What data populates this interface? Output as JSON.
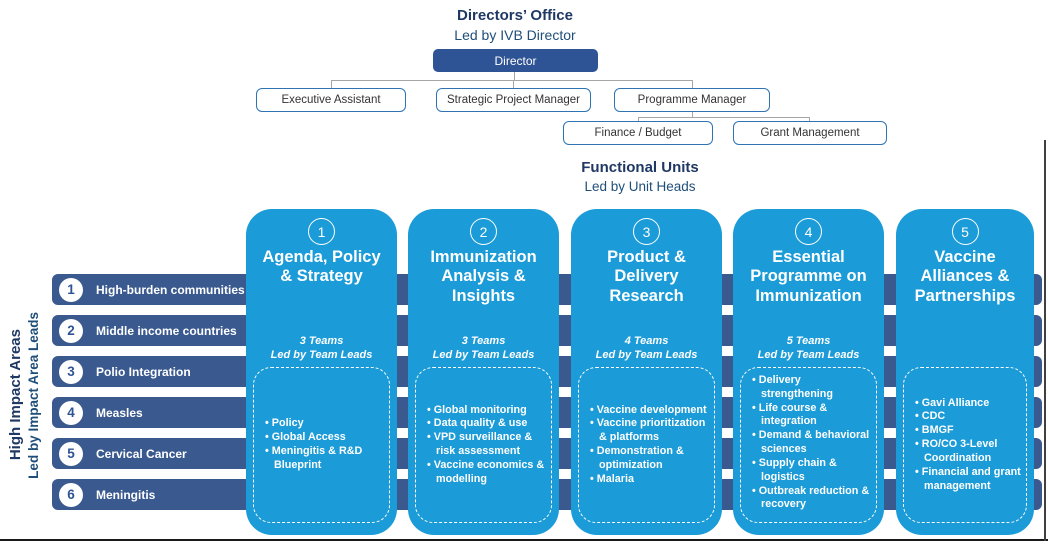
{
  "colors": {
    "cyan_unit": "#1B9BD7",
    "navy_bar": "#3A5A8F",
    "navy_director": "#2F5496",
    "box_border": "#2E74B5",
    "heading_dark": "#1F3864",
    "heading_mid": "#1F4E79",
    "connector_gray": "#A6A6A6"
  },
  "directors_office": {
    "title": "Directors’ Office",
    "subtitle": "Led by IVB Director",
    "director_label": "Director",
    "staff": [
      {
        "label": "Executive Assistant"
      },
      {
        "label": "Strategic Project Manager"
      },
      {
        "label": "Programme Manager"
      }
    ],
    "programme_manager_reports": [
      {
        "label": "Finance / Budget"
      },
      {
        "label": "Grant Management"
      }
    ]
  },
  "functional_units": {
    "title": "Functional Units",
    "subtitle": "Led by Unit Heads",
    "units": [
      {
        "number": "1",
        "title": "Agenda, Policy\n& Strategy",
        "teams": "3 Teams",
        "teams_lead": "Led by Team Leads",
        "bullets": [
          "Policy",
          "Global Access",
          "Meningitis & R&D Blueprint"
        ]
      },
      {
        "number": "2",
        "title": "Immunization\nAnalysis &\nInsights",
        "teams": "3 Teams",
        "teams_lead": "Led by Team Leads",
        "bullets": [
          "Global monitoring",
          "Data quality & use",
          "VPD surveillance & risk assessment",
          "Vaccine economics & modelling"
        ]
      },
      {
        "number": "3",
        "title": "Product &\nDelivery\nResearch",
        "teams": "4 Teams",
        "teams_lead": "Led by Team Leads",
        "bullets": [
          "Vaccine development",
          "Vaccine prioritization & platforms",
          "Demonstration & optimization",
          "Malaria"
        ]
      },
      {
        "number": "4",
        "title": "Essential\nProgramme on\nImmunization",
        "teams": "5 Teams",
        "teams_lead": "Led by Team Leads",
        "bullets": [
          "Delivery strengthening",
          "Life course & integration",
          "Demand & behavioral sciences",
          "Supply chain & logistics",
          "Outbreak reduction & recovery"
        ]
      },
      {
        "number": "5",
        "title": "Vaccine\nAlliances &\nPartnerships",
        "bullets": [
          "Gavi Alliance",
          "CDC",
          "BMGF",
          "RO/CO 3-Level Coordination",
          "Financial and grant management"
        ]
      }
    ]
  },
  "high_impact_areas": {
    "title": "High Impact Areas",
    "subtitle": "Led by Impact Area Leads",
    "areas": [
      {
        "number": "1",
        "label": "High-burden communities"
      },
      {
        "number": "2",
        "label": "Middle income countries"
      },
      {
        "number": "3",
        "label": "Polio Integration"
      },
      {
        "number": "4",
        "label": "Measles"
      },
      {
        "number": "5",
        "label": "Cervical Cancer"
      },
      {
        "number": "6",
        "label": "Meningitis"
      }
    ]
  }
}
